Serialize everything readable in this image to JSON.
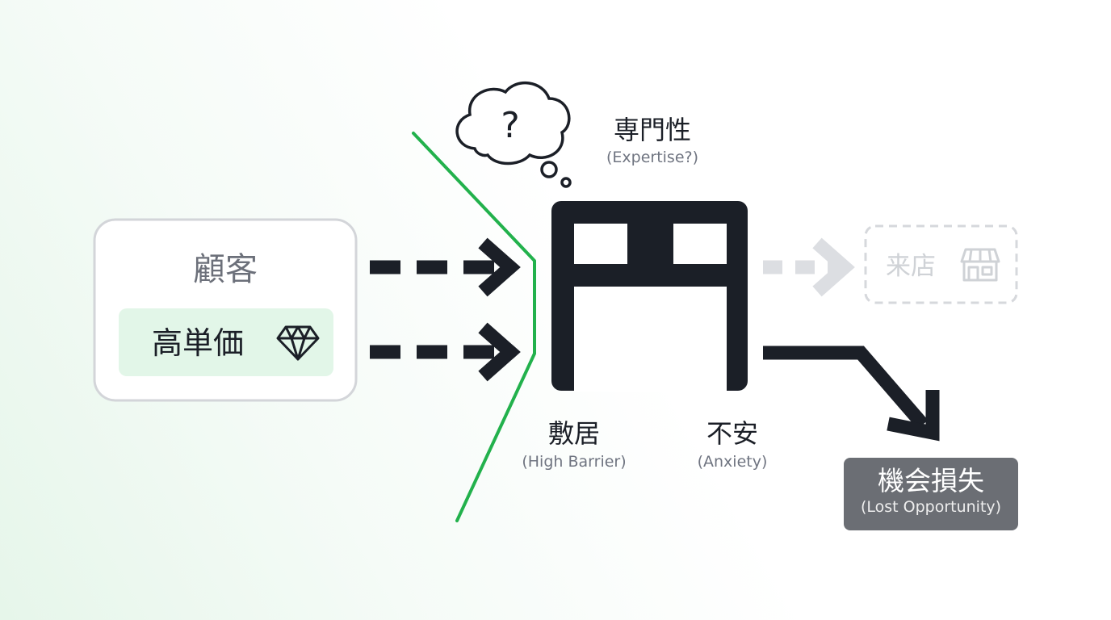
{
  "customer": {
    "title": "顧客",
    "tag_label": "高単価"
  },
  "gate": {
    "expertise": {
      "label": "専門性",
      "sub": "(Expertise?)"
    },
    "barrier": {
      "label": "敷居",
      "sub": "(High Barrier)"
    },
    "anxiety": {
      "label": "不安",
      "sub": "(Anxiety)"
    },
    "thought_mark": "?"
  },
  "visit": {
    "label": "来店"
  },
  "loss": {
    "label": "機会損失",
    "sub": "(Lost Opportunity)"
  },
  "icons": {
    "tag_icon": "diamond-icon",
    "visit_icon": "storefront-icon",
    "thought_icon": "thought-bubble-icon",
    "gate_icon": "gate-icon"
  },
  "colors": {
    "dark": "#1b1f27",
    "green": "#22b14c",
    "tag_bg": "#e2f6e8",
    "faded": "#dcdee2",
    "loss_bg": "#6b6e74"
  }
}
